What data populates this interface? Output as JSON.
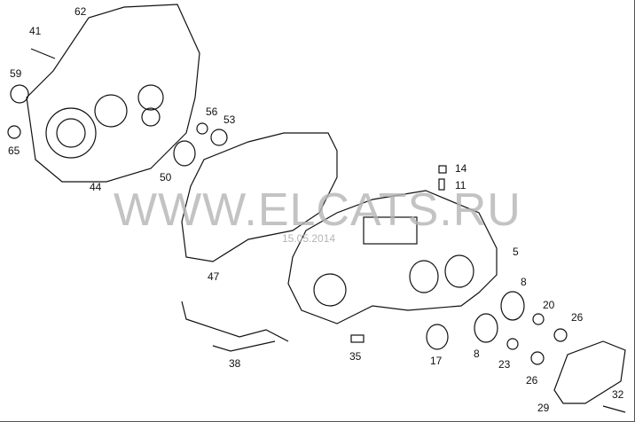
{
  "watermark": "WWW.ELCATS.RU",
  "date": "15.05.2014",
  "labels": {
    "l62": "62",
    "l41": "41",
    "l59": "59",
    "l65": "65",
    "l44": "44",
    "l50": "50",
    "l56": "56",
    "l53": "53",
    "l14": "14",
    "l11": "11",
    "l47": "47",
    "l5": "5",
    "l8a": "8",
    "l20": "20",
    "l26a": "26",
    "l8b": "8",
    "l17": "17",
    "l23": "23",
    "l26b": "26",
    "l35": "35",
    "l38": "38",
    "l29": "29",
    "l32": "32"
  }
}
